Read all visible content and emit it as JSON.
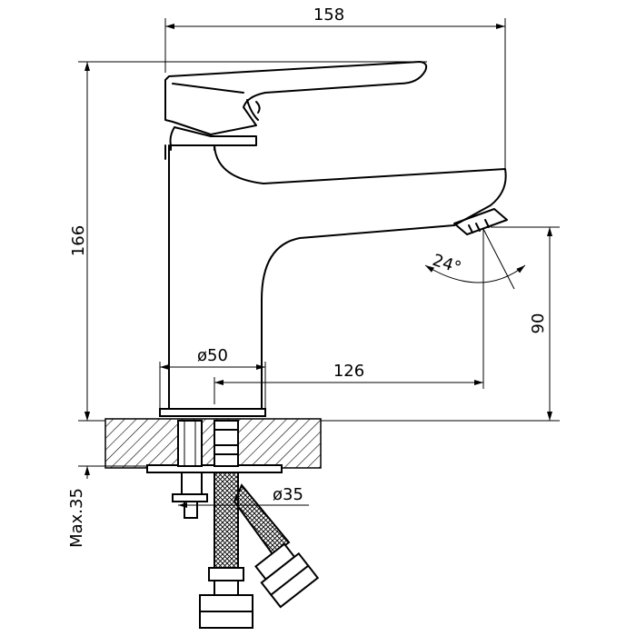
{
  "dimensions": {
    "width_158": "158",
    "height_166": "166",
    "spout_height_90": "90",
    "reach_126": "126",
    "body_diameter": "ø50",
    "shank_diameter": "ø35",
    "max_thickness": "Max.35",
    "spray_angle": "24°"
  }
}
